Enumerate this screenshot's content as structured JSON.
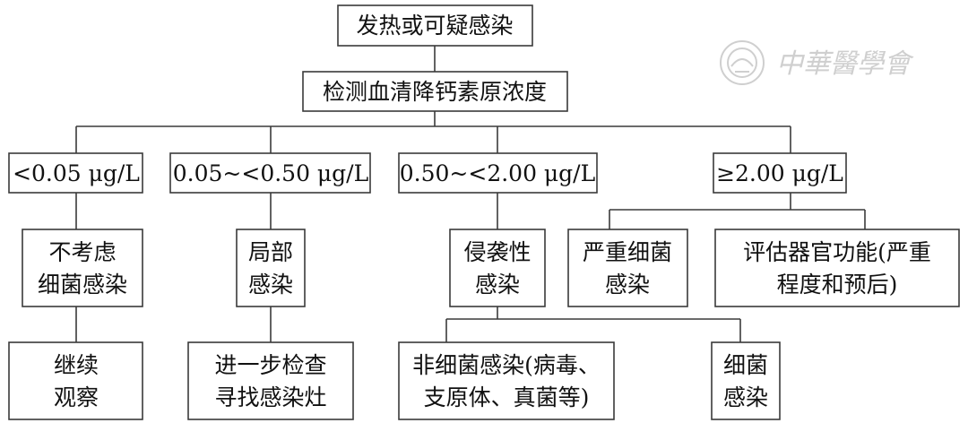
{
  "watermark": {
    "text": "中華醫學會"
  },
  "nodes": {
    "root": [
      "发热或可疑感染"
    ],
    "test": [
      "检测血清降钙素原浓度"
    ],
    "range1": [
      "<0.05 μg/L"
    ],
    "range2": [
      "0.05~<0.50 μg/L"
    ],
    "range3": [
      "0.50~<2.00 μg/L"
    ],
    "range4": [
      "≥2.00 μg/L"
    ],
    "no_bacterial": [
      "不考虑",
      "细菌感染"
    ],
    "local": [
      "局部",
      "感染"
    ],
    "invasive": [
      "侵袭性",
      "感染"
    ],
    "severe": [
      "严重细菌",
      "感染"
    ],
    "assess": [
      "评估器官功能(严重",
      "程度和预后)"
    ],
    "observe": [
      "继续",
      "观察"
    ],
    "further": [
      "进一步检查",
      "寻找感染灶"
    ],
    "non_bacterial": [
      "非细菌感染(病毒、",
      "支原体、真菌等)"
    ],
    "bacterial": [
      "细菌",
      "感染"
    ]
  }
}
